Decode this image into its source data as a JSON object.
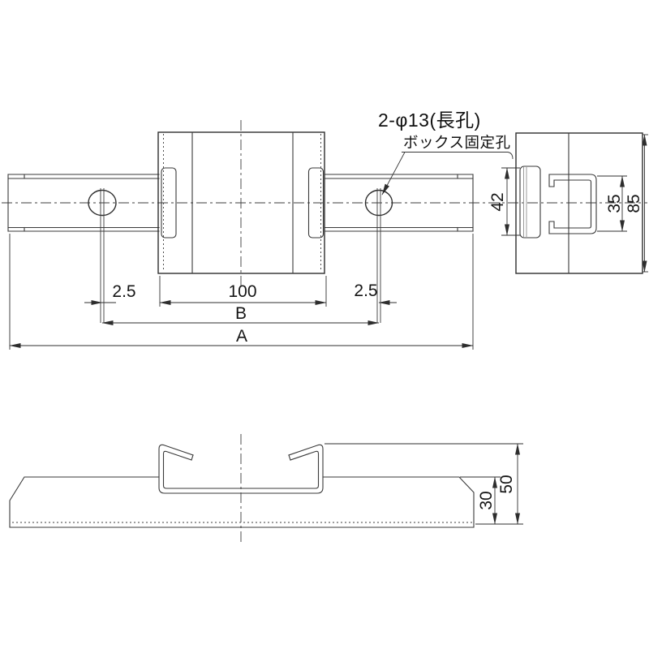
{
  "notes": {
    "hole_spec": "2-φ13(長孔)",
    "hole_label": "ボックス固定孔"
  },
  "dimensions": {
    "offset_left": "2.5",
    "block_width": "100",
    "offset_right": "2.5",
    "hole_span": "B",
    "overall_length": "A",
    "bar_height": "42",
    "channel_opening": "35",
    "side_height": "85",
    "rail_height": "30",
    "overall_height": "50"
  },
  "colors": {
    "line": "#2d2d2d",
    "text": "#111111",
    "background": "#ffffff"
  }
}
